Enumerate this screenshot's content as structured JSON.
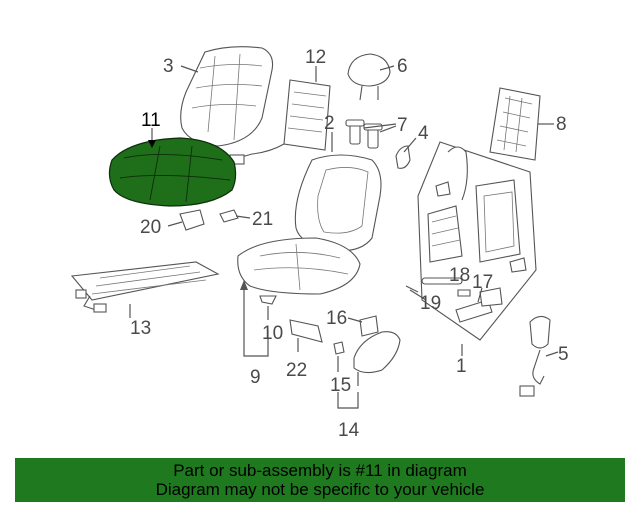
{
  "colors": {
    "highlight_fill": "#1f6e1a",
    "banner_bg": "#1f7a1f",
    "line": "#555555"
  },
  "highlighted_part": "11",
  "labels": {
    "p1": "1",
    "p2": "2",
    "p3": "3",
    "p4": "4",
    "p5": "5",
    "p6": "6",
    "p7": "7",
    "p8": "8",
    "p9": "9",
    "p10": "10",
    "p11": "11",
    "p12": "12",
    "p13": "13",
    "p14": "14",
    "p15": "15",
    "p16": "16",
    "p17": "17",
    "p18": "18",
    "p19": "19",
    "p20": "20",
    "p21": "21",
    "p22": "22"
  },
  "banner": {
    "line1": "Part or sub-assembly is #11 in diagram",
    "line2": "Diagram may not be specific to your vehicle"
  }
}
